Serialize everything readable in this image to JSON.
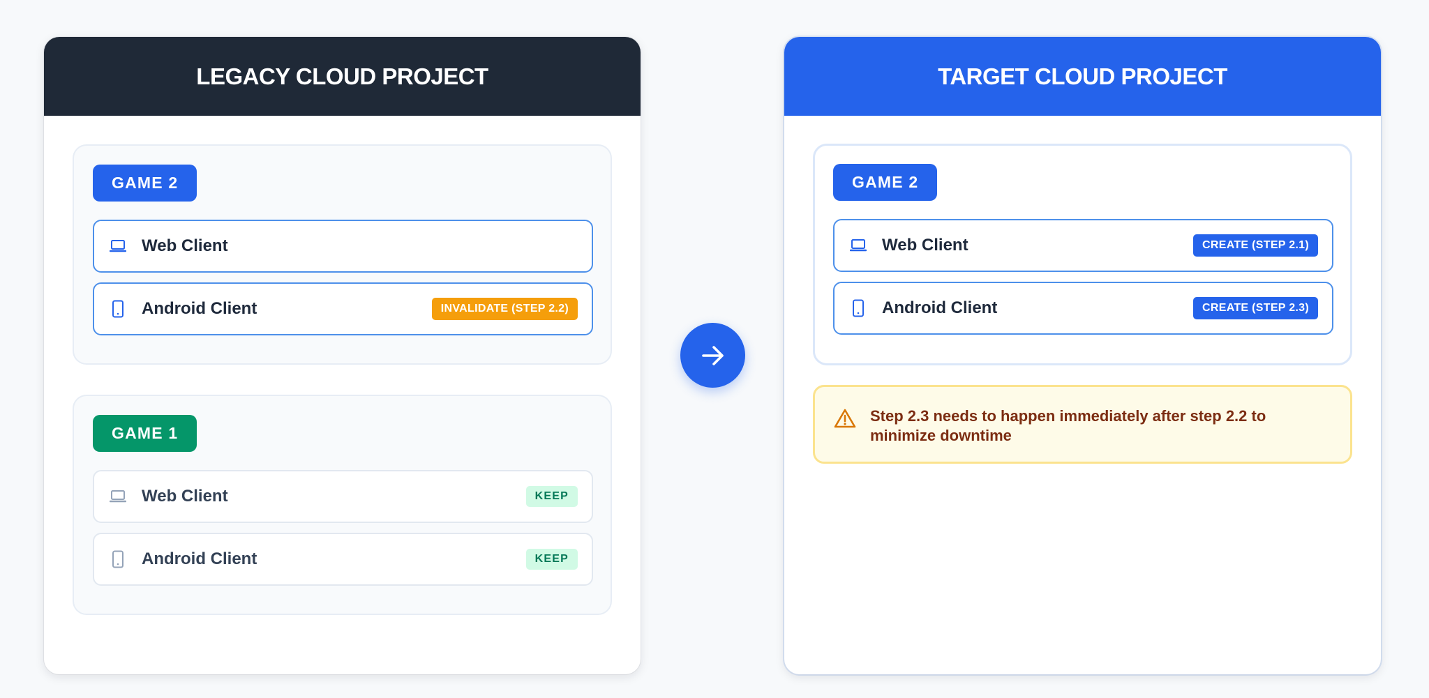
{
  "legacy": {
    "title": "LEGACY CLOUD PROJECT",
    "groups": [
      {
        "badge": "GAME 2",
        "clients": [
          {
            "label": "Web Client",
            "icon": "laptop-icon",
            "status": ""
          },
          {
            "label": "Android Client",
            "icon": "phone-icon",
            "status": "INVALIDATE (STEP 2.2)"
          }
        ]
      },
      {
        "badge": "GAME 1",
        "clients": [
          {
            "label": "Web Client",
            "icon": "laptop-icon",
            "status": "KEEP"
          },
          {
            "label": "Android Client",
            "icon": "phone-icon",
            "status": "KEEP"
          }
        ]
      }
    ]
  },
  "target": {
    "title": "TARGET CLOUD PROJECT",
    "groups": [
      {
        "badge": "GAME 2",
        "clients": [
          {
            "label": "Web Client",
            "icon": "laptop-icon",
            "status": "CREATE (STEP 2.1)"
          },
          {
            "label": "Android Client",
            "icon": "phone-icon",
            "status": "CREATE (STEP 2.3)"
          }
        ]
      }
    ],
    "warning": "Step 2.3 needs to happen immediately after step 2.2 to minimize downtime"
  },
  "arrow": {
    "icon": "arrow-right-icon"
  },
  "colors": {
    "legacy_header": "#1f2937",
    "target_header": "#2563eb",
    "game2_badge": "#2563eb",
    "game1_badge": "#059669",
    "invalidate": "#f59e0b",
    "create": "#2563eb",
    "keep_bg": "#d1fae5",
    "keep_text": "#047857",
    "warning_bg": "#fefbe8",
    "warning_text": "#7c2d12"
  }
}
